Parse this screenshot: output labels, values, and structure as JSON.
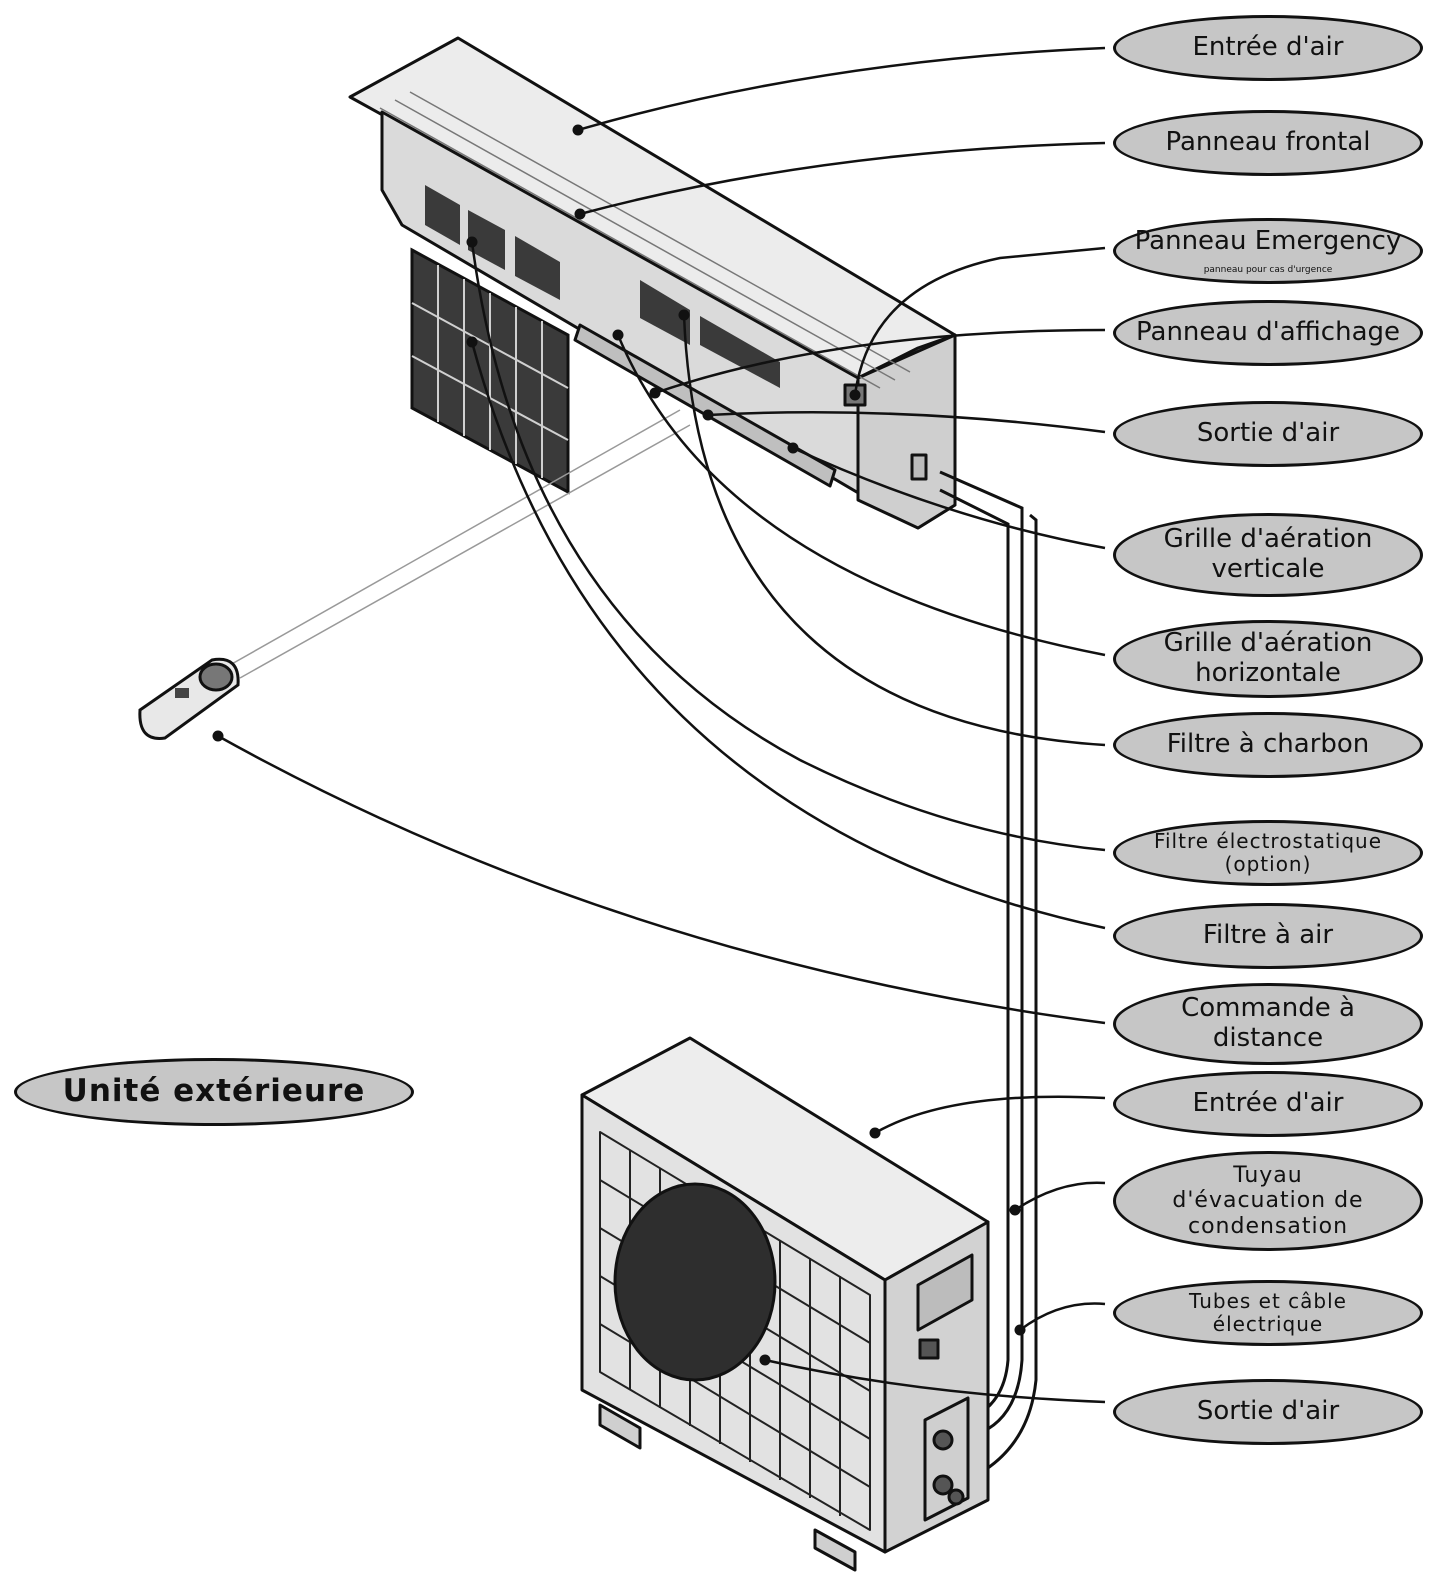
{
  "diagram": {
    "heading": "Unité extérieure",
    "labels": {
      "entree_air_1": "Entrée d'air",
      "panneau_frontal": "Panneau frontal",
      "panneau_emergency": "Panneau Emergency",
      "panneau_emergency_sub": "panneau pour cas d'urgence",
      "panneau_affichage": "Panneau d'affichage",
      "sortie_air_1": "Sortie d'air",
      "grille_verticale_l1": "Grille d'aération",
      "grille_verticale_l2": "verticale",
      "grille_horizontale_l1": "Grille d'aération",
      "grille_horizontale_l2": "horizontale",
      "filtre_charbon": "Filtre à charbon",
      "filtre_electro_l1": "Filtre électrostatique",
      "filtre_electro_l2": "(option)",
      "filtre_air": "Filtre à air",
      "commande_l1": "Commande à",
      "commande_l2": "distance",
      "entree_air_2": "Entrée d'air",
      "tuyau_l1": "Tuyau",
      "tuyau_l2": "d'évacuation de",
      "tuyau_l3": "condensation",
      "tubes_l1": "Tubes et câble",
      "tubes_l2": "électrique",
      "sortie_air_2": "Sortie d'air"
    },
    "colors": {
      "pill_fill": "#c6c6c6",
      "outline": "#111111",
      "unit_fill": "#d9d9d9",
      "grille_fill": "#3a3a3a"
    }
  }
}
